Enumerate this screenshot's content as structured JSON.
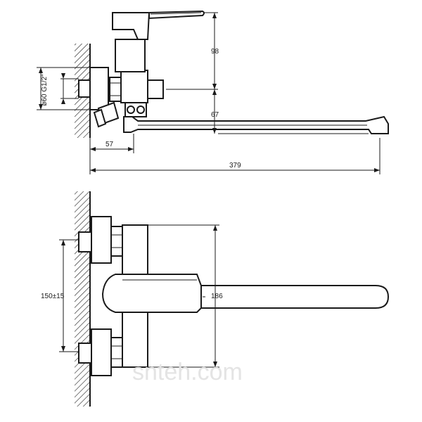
{
  "diagram": {
    "top_view": {
      "dim_height": "98",
      "dim_connection": "ø60 G1/2\"",
      "dim_spout_height": "67",
      "dim_wall_offset": "57",
      "dim_total_length": "379"
    },
    "front_view": {
      "dim_center_distance": "150±15",
      "dim_height": "186"
    },
    "watermark": "snteh.com"
  }
}
